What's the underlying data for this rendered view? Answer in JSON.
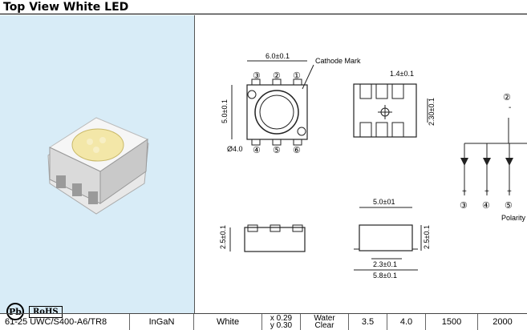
{
  "header": {
    "title": "Top View White LED"
  },
  "badges": {
    "pb": "Pb",
    "rohs": "RoHS"
  },
  "drawing": {
    "top_width": "6.0±0.1",
    "cathode": "Cathode Mark",
    "side_height": "5.0±0.1",
    "diameter": "Ø4.0",
    "pin_pitch": "1.4±0.1",
    "pad_height": "2.30±0.1",
    "bottom_width": "5.0±01",
    "side_h": "2.5±0.1",
    "side_h2": "2.5±0.1",
    "base1": "2.3±0.1",
    "base2": "5.8±0.1",
    "polarity": "Polarity",
    "pins": {
      "p1": "①",
      "p2": "②",
      "p3": "③",
      "p4": "④",
      "p5": "⑤",
      "p6": "⑥"
    },
    "circuit": {
      "top": "②",
      "minus": "-",
      "plus": "+",
      "b3": "③",
      "b4": "④",
      "b5": "⑤"
    }
  },
  "row": {
    "part": "61-25 UWC/S400-A6/TR8",
    "material": "InGaN",
    "color": "White",
    "cx": "x 0.29",
    "cy": "y 0.30",
    "lens1": "Water",
    "lens2": "Clear",
    "v1": "3.5",
    "v2": "4.0",
    "iv1": "1500",
    "iv2": "2000"
  }
}
